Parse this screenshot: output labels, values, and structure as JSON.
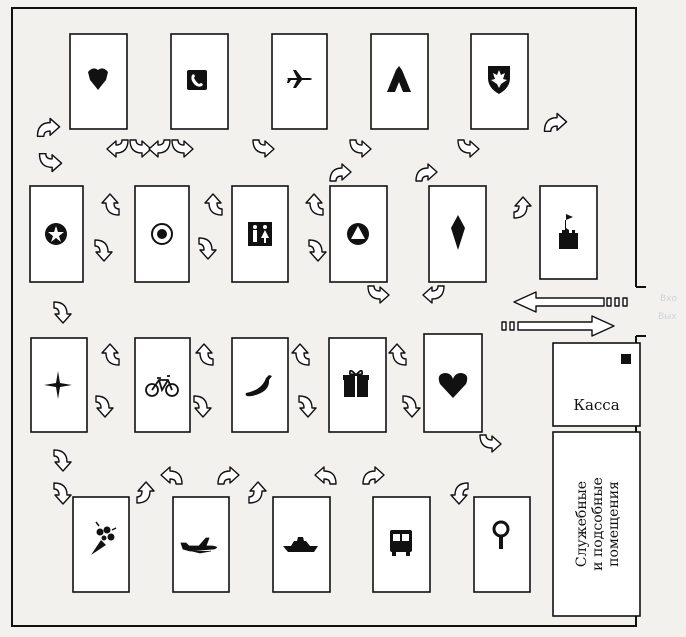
{
  "rooms": {
    "kassa": "Касса",
    "service_line1": "Служебные",
    "service_line2": "и подсобные",
    "service_line3": "помещения"
  },
  "entrance": {
    "in_label": "Вхо",
    "out_label": "Вых"
  },
  "stands": {
    "row1": [
      "police-shield-icon",
      "telephone-icon",
      "airplane-icon",
      "tent-icon",
      "maple-leaf-icon"
    ],
    "row2": [
      "star-icon",
      "target-icon",
      "restroom-icon",
      "triangle-icon",
      "diamond-pin-icon",
      "castle-icon"
    ],
    "row3": [
      "compass-star-icon",
      "bicycle-icon",
      "chili-pepper-icon",
      "gift-box-icon",
      "heart-icon"
    ],
    "row4": [
      "flower-bouquet-icon",
      "seaplane-icon",
      "motor-yacht-icon",
      "bus-icon",
      "magnifier-icon"
    ]
  },
  "colors": {
    "ink": "#111111",
    "paper": "#f2f1ee"
  }
}
